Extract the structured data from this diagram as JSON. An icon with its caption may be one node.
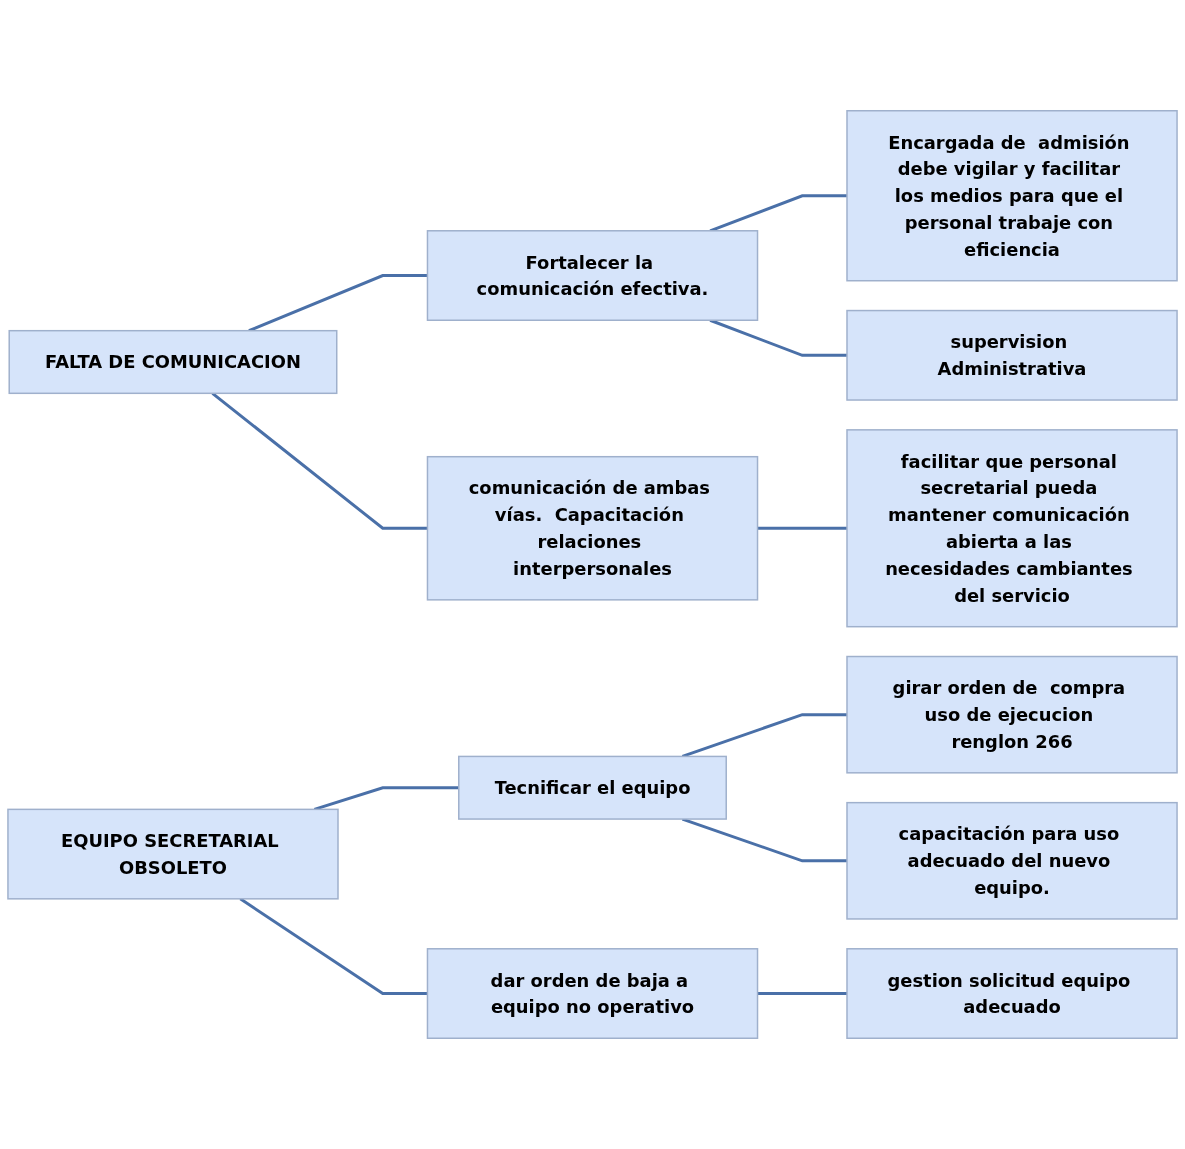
{
  "diagram": {
    "nodes": [
      {
        "text": [
          "FALTA DE COMUNICACION"
        ]
      },
      {
        "text": [
          "Fortalecer la comunicación efectiva."
        ]
      },
      {
        "text": [
          "Encargada de  admisión debe vigilar y facilitar los medios para que el personal trabaje con eficiencia"
        ]
      },
      {
        "text": [
          "supervision Administrativa"
        ]
      },
      {
        "text": [
          "comunicación de ambas vías.  Capacitación relaciones interpersonales"
        ]
      },
      {
        "text": [
          "facilitar que personal secretarial pueda mantener comunicación abierta a las necesidades cambiantes del servicio"
        ]
      },
      {
        "text": [
          "EQUIPO SECRETARIAL OBSOLETO"
        ]
      },
      {
        "text": [
          "Tecnificar el equipo"
        ]
      },
      {
        "text": [
          "girar orden de  compra uso de ejecucion renglon 266"
        ]
      },
      {
        "text": [
          "capacitación para uso adecuado del nuevo equipo."
        ]
      },
      {
        "text": [
          "dar orden de baja a equipo no operativo"
        ]
      },
      {
        "text": [
          "gestion solicitud equipo adecuado"
        ]
      }
    ],
    "edges": [
      {
        "from": 0,
        "to": 1,
        "arrow": "none"
      },
      {
        "from": 0,
        "to": 4,
        "arrow": "none"
      },
      {
        "from": 1,
        "to": 2,
        "arrow": "none"
      },
      {
        "from": 1,
        "to": 3,
        "arrow": "none"
      },
      {
        "from": 4,
        "to": 5,
        "arrow": "none"
      },
      {
        "from": 6,
        "to": 7,
        "arrow": "none"
      },
      {
        "from": 6,
        "to": 10,
        "arrow": "none"
      },
      {
        "from": 7,
        "to": 8,
        "arrow": "none"
      },
      {
        "from": 7,
        "to": 9,
        "arrow": "none"
      },
      {
        "from": 10,
        "to": 11,
        "arrow": "none"
      }
    ]
  }
}
